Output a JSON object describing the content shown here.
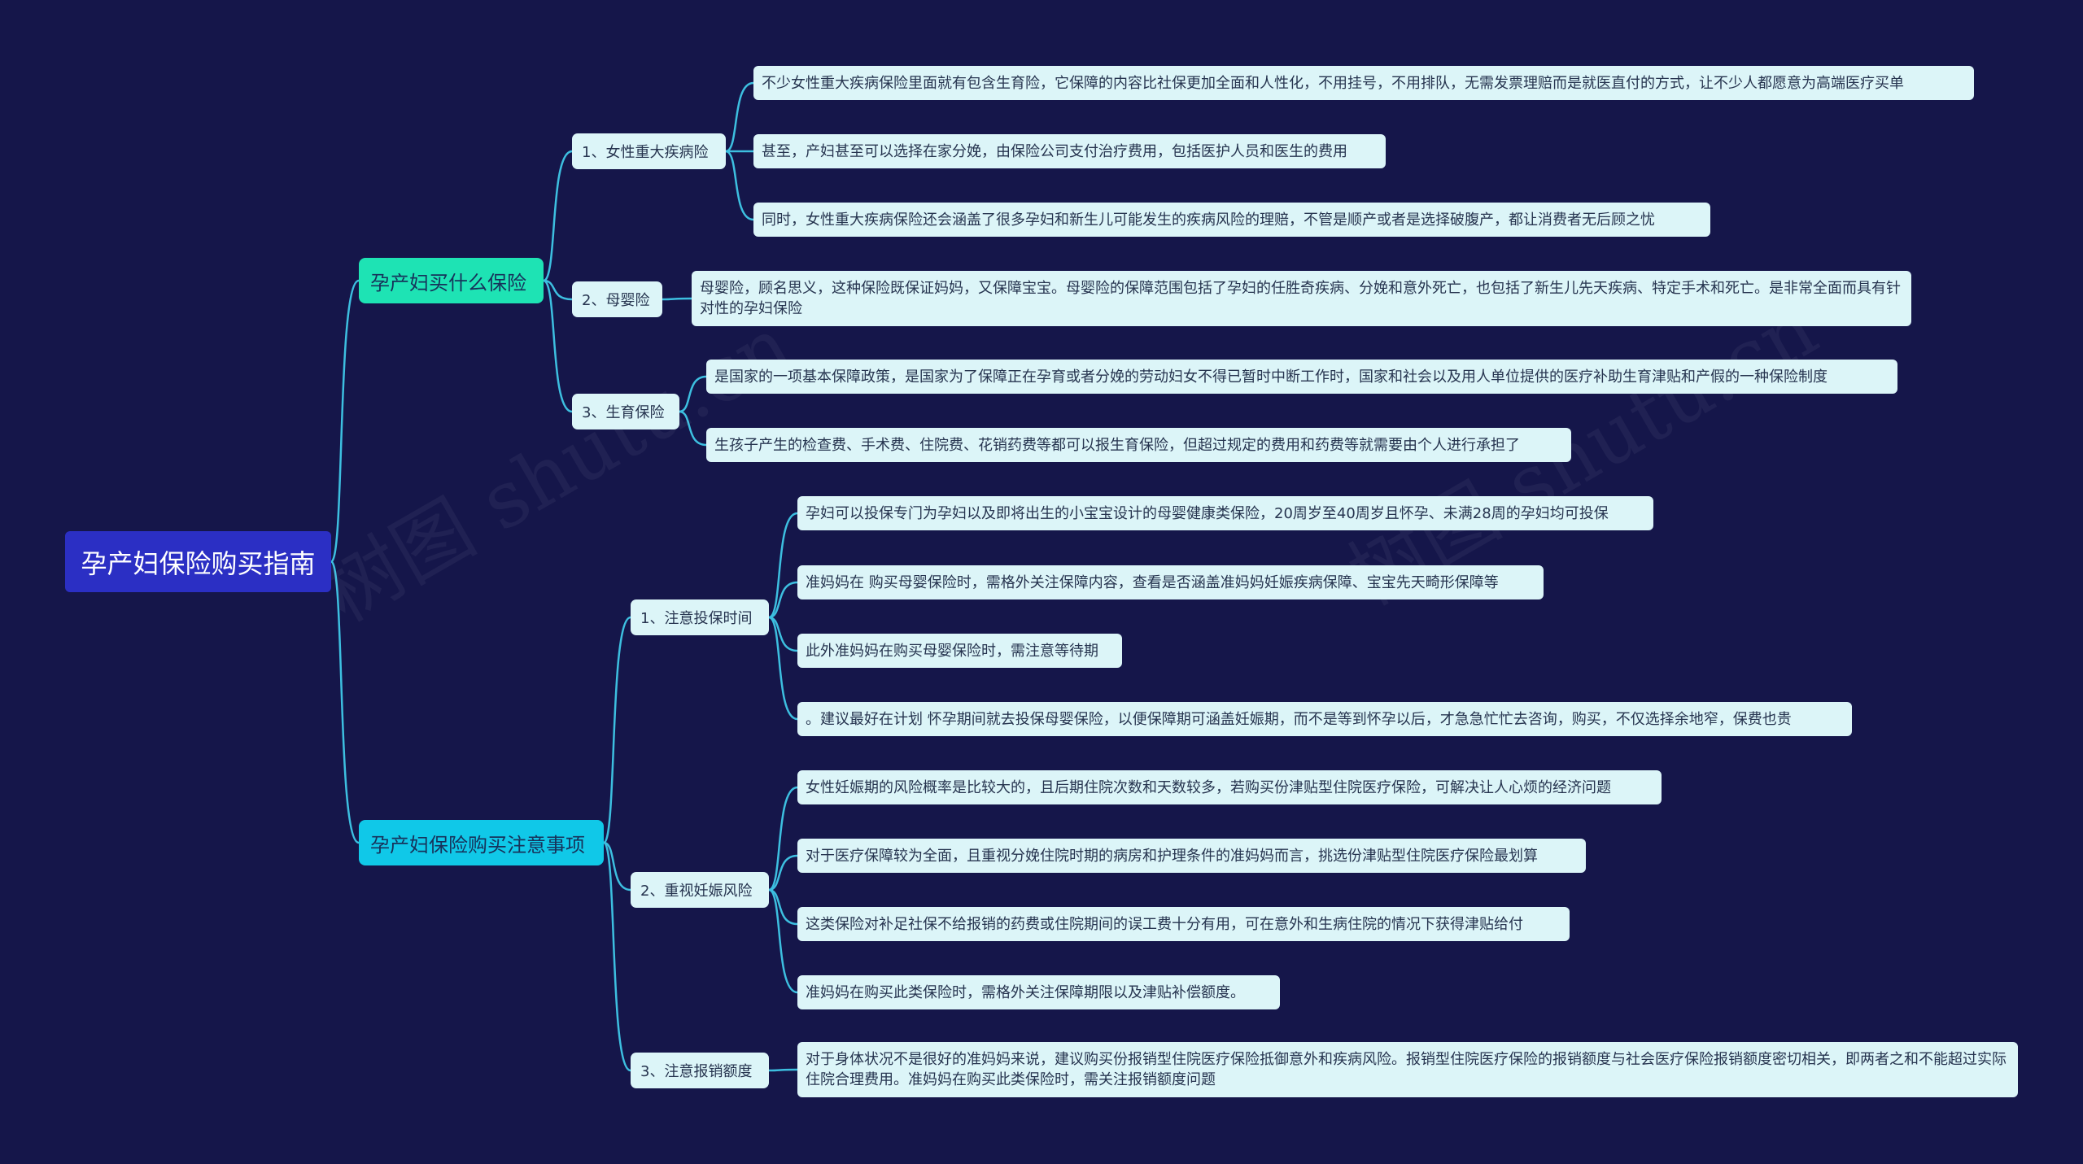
{
  "root": "孕产妇保险购买指南",
  "watermark": "树图 shutu.cn",
  "colors": {
    "background": "#15164a",
    "link": "#3dbfe0",
    "root": "#2b2fc4",
    "branch1": "#1ee3b4",
    "branch2": "#10c8e8",
    "leaf": "#dcf5f8"
  },
  "branches": [
    {
      "label": "孕产妇买什么保险",
      "children": [
        {
          "label": "1、女性重大疾病险",
          "leaves": [
            "不少女性重大疾病保险里面就有包含生育险，它保障的内容比社保更加全面和人性化，不用挂号，不用排队，无需发票理赔而是就医直付的方式，让不少人都愿意为高端医疗买单",
            "甚至，产妇甚至可以选择在家分娩，由保险公司支付治疗费用，包括医护人员和医生的费用",
            "同时，女性重大疾病保险还会涵盖了很多孕妇和新生儿可能发生的疾病风险的理赔，不管是顺产或者是选择破腹产，都让消费者无后顾之忧"
          ]
        },
        {
          "label": "2、母婴险",
          "leaves": [
            "母婴险，顾名思义，这种保险既保证妈妈，又保障宝宝。母婴险的保障范围包括了孕妇的任胜奇疾病、分娩和意外死亡，也包括了新生儿先天疾病、特定手术和死亡。是非常全面而具有针对性的孕妇保险"
          ]
        },
        {
          "label": "3、生育保险",
          "leaves": [
            "是国家的一项基本保障政策，是国家为了保障正在孕育或者分娩的劳动妇女不得已暂时中断工作时，国家和社会以及用人单位提供的医疗补助生育津贴和产假的一种保险制度",
            "生孩子产生的检查费、手术费、住院费、花销药费等都可以报生育保险，但超过规定的费用和药费等就需要由个人进行承担了"
          ]
        }
      ]
    },
    {
      "label": "孕产妇保险购买注意事项",
      "children": [
        {
          "label": "1、注意投保时间",
          "leaves": [
            "孕妇可以投保专门为孕妇以及即将出生的小宝宝设计的母婴健康类保险，20周岁至40周岁且怀孕、未满28周的孕妇均可投保",
            "准妈妈在 购买母婴保险时，需格外关注保障内容，查看是否涵盖准妈妈妊娠疾病保障、宝宝先天畸形保障等",
            "此外准妈妈在购买母婴保险时，需注意等待期",
            "。建议最好在计划 怀孕期间就去投保母婴保险，以便保障期可涵盖妊娠期，而不是等到怀孕以后，才急急忙忙去咨询，购买，不仅选择余地窄，保费也贵"
          ]
        },
        {
          "label": "2、重视妊娠风险",
          "leaves": [
            "女性妊娠期的风险概率是比较大的，且后期住院次数和天数较多，若购买份津贴型住院医疗保险，可解决让人心烦的经济问题",
            "对于医疗保障较为全面，且重视分娩住院时期的病房和护理条件的准妈妈而言，挑选份津贴型住院医疗保险最划算",
            "这类保险对补足社保不给报销的药费或住院期间的误工费十分有用，可在意外和生病住院的情况下获得津贴给付",
            "准妈妈在购买此类保险时，需格外关注保障期限以及津贴补偿额度。"
          ]
        },
        {
          "label": "3、注意报销额度",
          "leaves": [
            "对于身体状况不是很好的准妈妈来说，建议购买份报销型住院医疗保险抵御意外和疾病风险。报销型住院医疗保险的报销额度与社会医疗保险报销额度密切相关，即两者之和不能超过实际住院合理费用。准妈妈在购买此类保险时，需关注报销额度问题"
          ]
        }
      ]
    }
  ]
}
